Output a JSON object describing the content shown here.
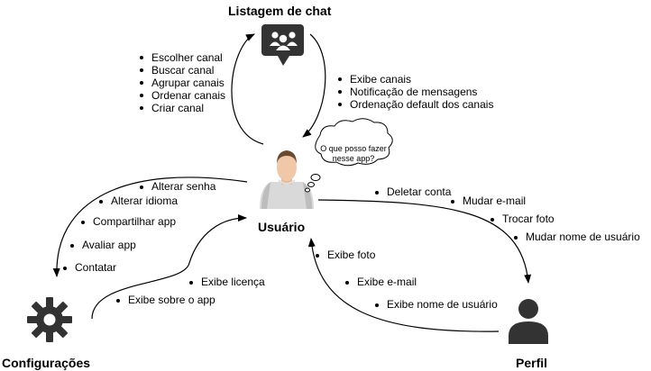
{
  "nodes": {
    "chat_list": {
      "title": "Listagem de chat",
      "icon": "chat-group-icon"
    },
    "user": {
      "title": "Usuário",
      "icon": "user-avatar-icon",
      "thought": [
        "O que posso fazer",
        "nesse app?"
      ]
    },
    "settings": {
      "title": "Configurações",
      "icon": "gear-icon"
    },
    "profile": {
      "title": "Perfil",
      "icon": "person-icon"
    }
  },
  "user_to_chat": [
    "Escolher canal",
    "Buscar canal",
    "Agrupar canais",
    "Ordenar canais",
    "Criar canal"
  ],
  "chat_to_user": [
    "Exibe canais",
    "Notificação de mensagens",
    "Ordenação default dos canais"
  ],
  "user_to_settings": [
    "Alterar senha",
    "Alterar idioma",
    "Compartilhar app",
    "Avaliar app",
    "Contatar"
  ],
  "settings_to_user": [
    "Exibe licença",
    "Exibe sobre o app"
  ],
  "user_to_profile": [
    "Deletar conta",
    "Mudar e-mail",
    "Trocar foto",
    "Mudar nome de usuário"
  ],
  "profile_to_user": [
    "Exibe foto",
    "Exibe e-mail",
    "Exibe nome de usuário"
  ],
  "colors": {
    "icon": "#333333",
    "line": "#000000"
  }
}
